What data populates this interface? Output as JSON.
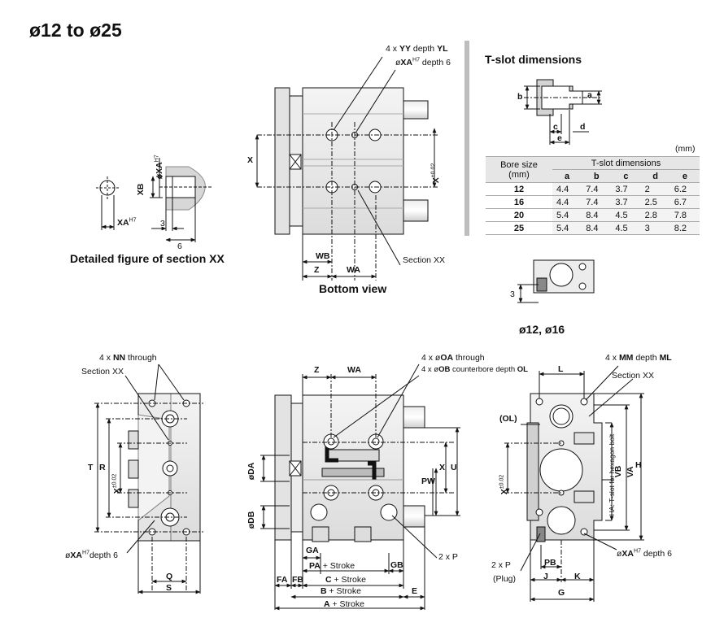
{
  "title": "ø12 to ø25",
  "detail": {
    "caption": "Detailed figure of section XX",
    "xa": "øXA",
    "xa_sup": "H7",
    "xb": "XB",
    "xa_bottom": "XA",
    "xa_bottom_sup": "H7",
    "dim3": "3",
    "dim6": "6"
  },
  "bottom_view": {
    "caption": "Bottom view",
    "yy_label_pre": "4 x ",
    "yy_label_b": "YY",
    "yy_label_mid": " depth ",
    "yy_label_b2": "YL",
    "xa_label_pre": "ø",
    "xa_label_b": "XA",
    "xa_label_sup": "H7",
    "xa_label_post": " depth 6",
    "x": "X",
    "x_tol": "X",
    "x_tol_sup": "±0.02",
    "wb": "WB",
    "z": "Z",
    "wa": "WA",
    "section": "Section XX"
  },
  "tslot": {
    "title": "T-slot dimensions",
    "a": "a",
    "b": "b",
    "c": "c",
    "d": "d",
    "e": "e",
    "unit": "(mm)",
    "col_bore": "Bore size",
    "col_bore2": "(mm)",
    "col_group": "T-slot dimensions",
    "columns": [
      "a",
      "b",
      "c",
      "d",
      "e"
    ],
    "rows": [
      {
        "bore": "12",
        "vals": [
          "4.4",
          "7.4",
          "3.7",
          "2",
          "6.2"
        ]
      },
      {
        "bore": "16",
        "vals": [
          "4.4",
          "7.4",
          "3.7",
          "2.5",
          "6.7"
        ]
      },
      {
        "bore": "20",
        "vals": [
          "5.4",
          "8.4",
          "4.5",
          "2.8",
          "7.8"
        ]
      },
      {
        "bore": "25",
        "vals": [
          "5.4",
          "8.4",
          "4.5",
          "3",
          "8.2"
        ]
      }
    ],
    "small_caption": "ø12, ø16",
    "small_dim": "3"
  },
  "left_view": {
    "nn_pre": "4 x ",
    "nn_b": "NN",
    "nn_post": " through",
    "section": "Section XX",
    "t": "T",
    "r": "R",
    "x": "X",
    "x_sup": "±0.02",
    "xa_pre": "ø",
    "xa_b": "XA",
    "xa_sup": "H7",
    "xa_post": "depth 6",
    "q": "Q",
    "s": "S"
  },
  "front_view": {
    "z": "Z",
    "wa": "WA",
    "oa_pre": "4 x ø",
    "oa_b": "OA",
    "oa_post": " through",
    "ob_pre": "4 x ø",
    "ob_b": "OB",
    "ob_mid": " counterbore depth ",
    "ob_b2": "OL",
    "da": "øDA",
    "db": "øDB",
    "pw": "PW",
    "x": "X",
    "u": "U",
    "ga": "GA",
    "pa": "PA",
    "pa_post": " + Stroke",
    "gb": "GB",
    "p": "2 x P",
    "fa": "FA",
    "fb": "FB",
    "c": "C",
    "c_post": " + Stroke",
    "b": "B",
    "b_post": " + Stroke",
    "e": "E",
    "a": "A",
    "a_post": " + Stroke"
  },
  "right_view": {
    "l": "L",
    "mm_pre": "4 x ",
    "mm_b": "MM",
    "mm_mid": " depth ",
    "mm_b2": "ML",
    "section": "Section XX",
    "ol": "(OL)",
    "x": "X",
    "x_sup": "±0.02",
    "ha": "HA: T-slot for hexagon bolt",
    "vb": "VB",
    "va": "VA",
    "h": "H",
    "p": "2 x P",
    "plug": "(Plug)",
    "pb": "PB",
    "j": "J",
    "k": "K",
    "g": "G",
    "xa_pre": "ø",
    "xa_b": "XA",
    "xa_sup": "H7",
    "xa_post": " depth 6"
  }
}
